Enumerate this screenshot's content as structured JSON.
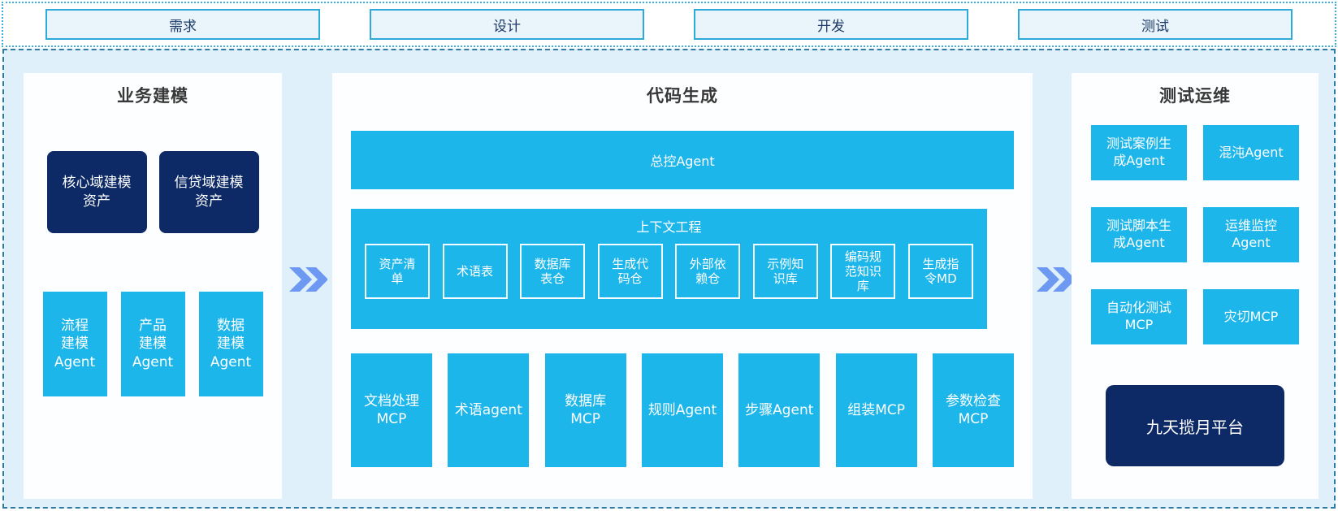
{
  "stages": [
    {
      "label": "需求"
    },
    {
      "label": "设计"
    },
    {
      "label": "开发"
    },
    {
      "label": "测试"
    }
  ],
  "flow_arrow": "double-chevron-right",
  "colors": {
    "accent_cyan": "#1db6ea",
    "navy": "#0d2a66",
    "container_bg": "#dff0fa",
    "stage_fill": "#e9f4fb",
    "stage_border": "#2ea9db",
    "dotted_border": "#3fb0dc",
    "dashed_border": "#2e7ba6",
    "chevron_blue": "#6d99f3"
  },
  "panels": {
    "business": {
      "title": "业务建模",
      "assets": [
        {
          "label": "核心域建模\n资产"
        },
        {
          "label": "信贷域建模\n资产"
        }
      ],
      "agents": [
        {
          "label": "流程\n建模\nAgent"
        },
        {
          "label": "产品\n建模\nAgent"
        },
        {
          "label": "数据\n建模\nAgent"
        }
      ]
    },
    "codegen": {
      "title": "代码生成",
      "master_agent": "总控Agent",
      "context": {
        "title": "上下文工程",
        "items": [
          {
            "label": "资产清\n单"
          },
          {
            "label": "术语表"
          },
          {
            "label": "数据库\n表仓"
          },
          {
            "label": "生成代\n码仓"
          },
          {
            "label": "外部依\n赖仓"
          },
          {
            "label": "示例知\n识库"
          },
          {
            "label": "编码规\n范知识\n库"
          },
          {
            "label": "生成指\n令MD"
          }
        ]
      },
      "tools": [
        {
          "label": "文档处理\nMCP"
        },
        {
          "label": "术语agent"
        },
        {
          "label": "数据库\nMCP"
        },
        {
          "label": "规则Agent"
        },
        {
          "label": "步骤Agent"
        },
        {
          "label": "组装MCP"
        },
        {
          "label": "参数检查\nMCP"
        }
      ]
    },
    "testops": {
      "title": "测试运维",
      "boxes": [
        {
          "label": "测试案例生\n成Agent"
        },
        {
          "label": "混沌Agent"
        },
        {
          "label": "测试脚本生\n成Agent"
        },
        {
          "label": "运维监控\nAgent"
        },
        {
          "label": "自动化测试\nMCP"
        },
        {
          "label": "灾切MCP"
        }
      ],
      "platform": "九天揽月平台"
    }
  }
}
